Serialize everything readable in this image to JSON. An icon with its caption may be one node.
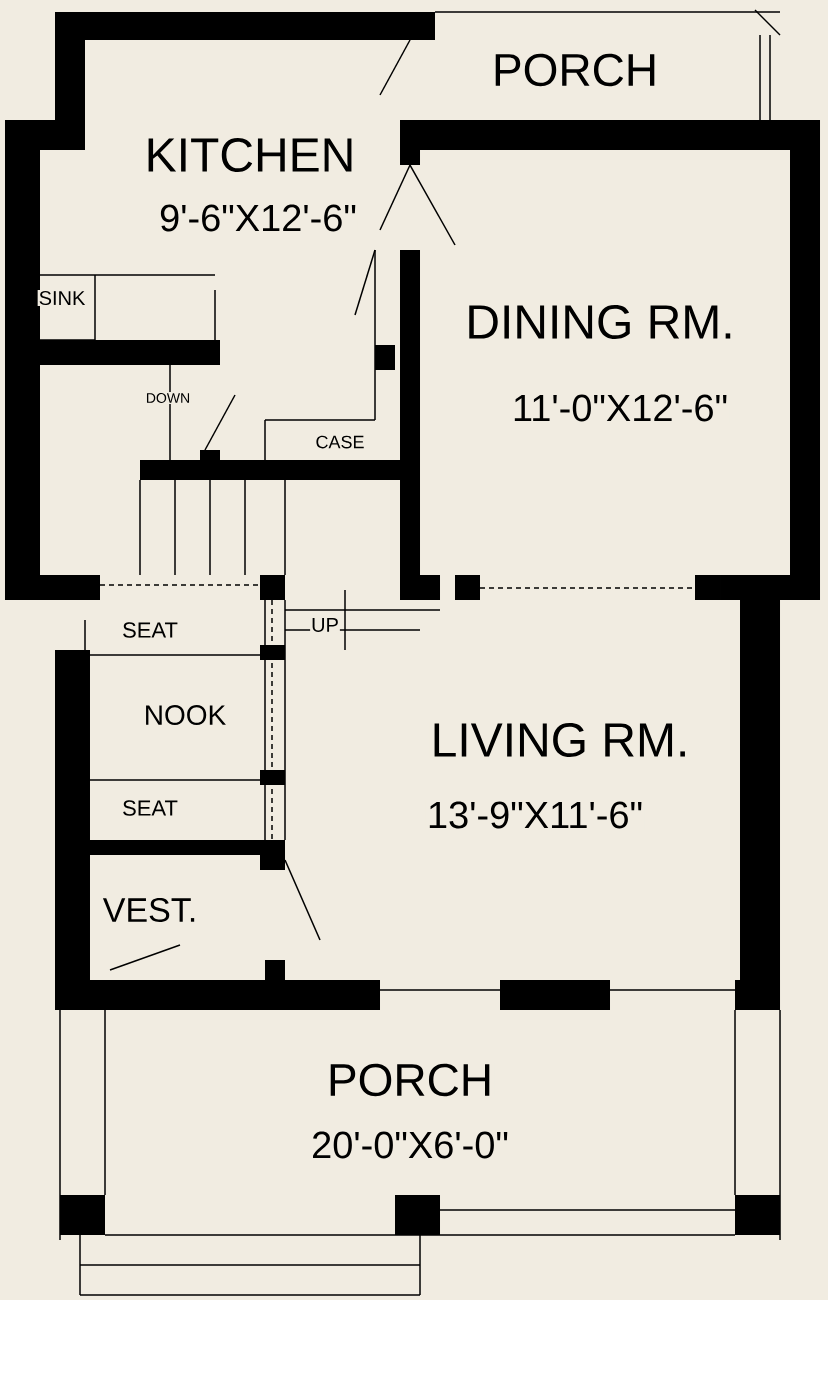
{
  "diagram": {
    "labels": [
      "PORCH",
      "KITCHEN",
      "9'-6\"X12'-6\"",
      "SINK",
      "DINING RM.",
      "11'-0\"X12'-6\"",
      "DOWN",
      "CASE",
      "SEAT",
      "UP",
      "NOOK",
      "LIVING RM.",
      "13'-9\"X11'-6\"",
      "SEAT",
      "VEST.",
      "PORCH",
      "20'-0\"X6'-0\""
    ]
  }
}
